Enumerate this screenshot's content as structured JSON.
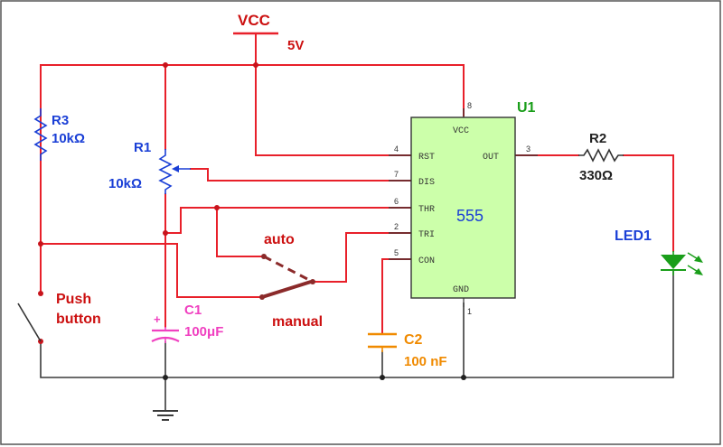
{
  "supply": {
    "name": "VCC",
    "voltage": "5V"
  },
  "ic": {
    "ref": "U1",
    "type": "555",
    "pins": [
      {
        "num": "8",
        "name": "VCC"
      },
      {
        "num": "4",
        "name": "RST"
      },
      {
        "num": "3",
        "name": "OUT"
      },
      {
        "num": "7",
        "name": "DIS"
      },
      {
        "num": "6",
        "name": "THR"
      },
      {
        "num": "2",
        "name": "TRI"
      },
      {
        "num": "5",
        "name": "CON"
      },
      {
        "num": "1",
        "name": "GND"
      }
    ]
  },
  "r1": {
    "ref": "R1",
    "value": "10kΩ"
  },
  "r2": {
    "ref": "R2",
    "value": "330Ω"
  },
  "r3": {
    "ref": "R3",
    "value": "10kΩ"
  },
  "c1": {
    "ref": "C1",
    "value": "100μF",
    "polarity": "+"
  },
  "c2": {
    "ref": "C2",
    "value": "100 nF"
  },
  "led": {
    "ref": "LED1"
  },
  "pushbutton": {
    "line1": "Push",
    "line2": "button"
  },
  "switch": {
    "auto": "auto",
    "manual": "manual"
  },
  "colors": {
    "wire": "#e8202a",
    "ic_fill": "#ccffaa",
    "led": "#1a9e1a",
    "ref_blue": "#1a3fd6",
    "label_red": "#cc1010",
    "c1": "#f040c0",
    "c2": "#f08a00"
  }
}
